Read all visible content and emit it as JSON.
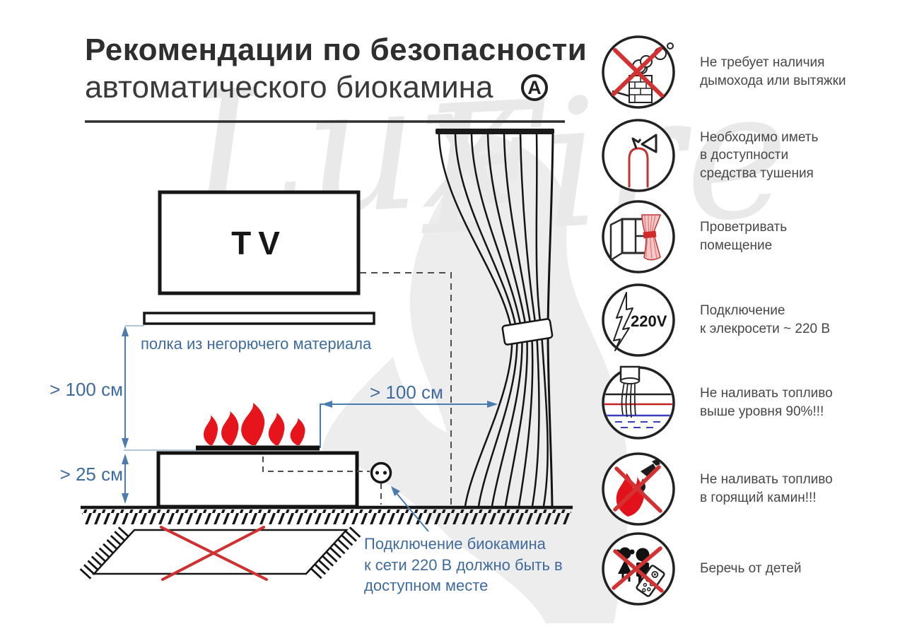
{
  "title": {
    "line1": "Рекомендации по безопасности",
    "line2": "автоматического биокамина",
    "badge": "A"
  },
  "watermark": {
    "word1": "Lux",
    "word2": "Fire"
  },
  "diagram": {
    "tv_label": "TV",
    "shelf_label": "полка из негорючего материала",
    "dim_shelf_to_fire": "> 100 см",
    "dim_fire_to_floor": "> 25 см",
    "dim_fire_to_curtain": "> 100 см",
    "outlet_note": "Подключение биокамина\nк сети 220 В должно быть в\nдоступном месте"
  },
  "colors": {
    "accent_blue": "#3f6b9e",
    "warning_red": "#d33232",
    "flame_red": "#e8141c",
    "line_black": "#161616"
  },
  "safety_rules": [
    {
      "icon": "no-chimney-icon",
      "label": "Не требует наличия\nдымохода или вытяжки"
    },
    {
      "icon": "extinguisher-icon",
      "label": "Необходимо иметь\nв доступности\nсредства тушения"
    },
    {
      "icon": "ventilate-icon",
      "label": "Проветривать\nпомещение"
    },
    {
      "icon": "power-220v-icon",
      "label": "Подключение\nк элекросети ~ 220 В",
      "badge": "220V"
    },
    {
      "icon": "fuel-level-icon",
      "label": "Не наливать топливо\nвыше уровня 90%!!!"
    },
    {
      "icon": "no-refill-burning-icon",
      "label": "Не наливать топливо\nв горящий камин!!!"
    },
    {
      "icon": "keep-from-children-icon",
      "label": "Беречь от детей"
    }
  ]
}
